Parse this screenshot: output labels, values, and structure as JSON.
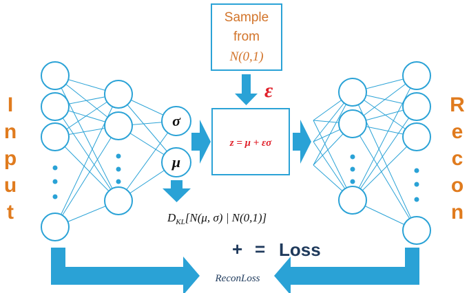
{
  "input_label": "Input",
  "recon_label": "Recon",
  "sample_box": {
    "line1": "Sample",
    "line2": "from",
    "line3": "N(0,1)"
  },
  "epsilon_symbol": "ε",
  "sigma_symbol": "σ",
  "mu_symbol": "μ",
  "z_formula": "z = μ + εσ",
  "kl_label": "D",
  "kl_subscript": "KL",
  "kl_args": "[N(μ, σ) | N(0,1)]",
  "loss_plus": "+",
  "loss_equals": "=",
  "loss_word": "Loss",
  "recon_loss_label": "ReconLoss",
  "colors": {
    "network": "#2AA2D6",
    "arrow": "#2AA2D6",
    "orange": "#E07B1E",
    "formula_red": "#E0202A",
    "loss_navy": "#1F3A5C"
  }
}
